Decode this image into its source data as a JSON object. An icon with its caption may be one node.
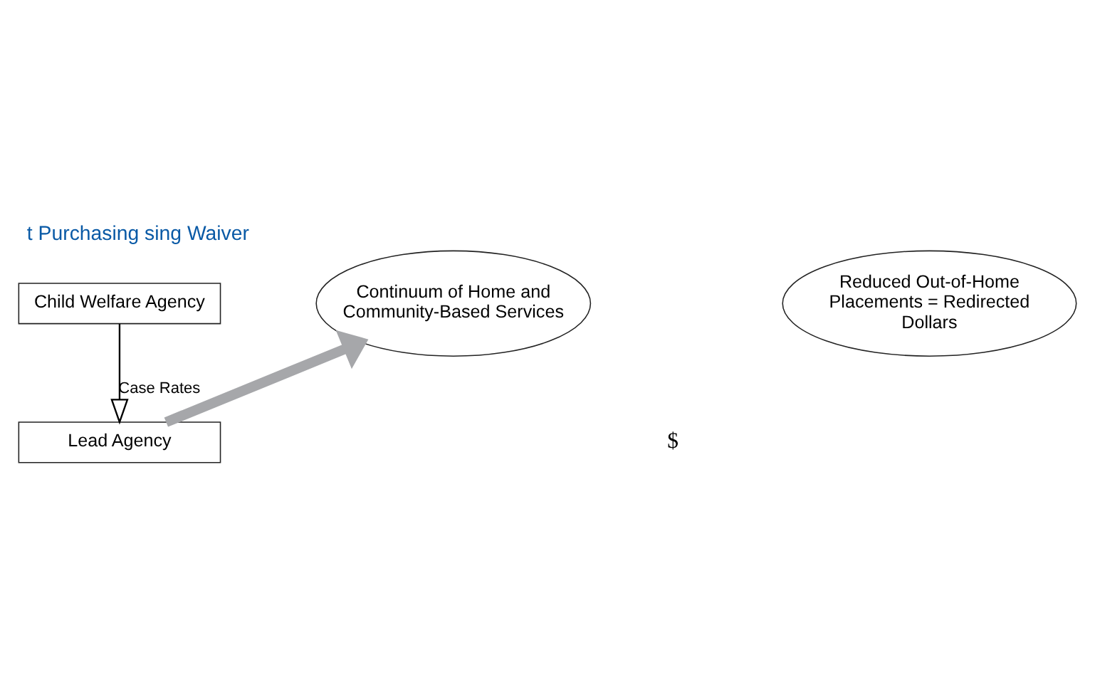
{
  "diagram": {
    "title": "t Purchasing sing Waiver",
    "nodes": [
      {
        "text": [
          "Child Welfare Agency"
        ]
      },
      {
        "text": [
          "Lead Agency"
        ]
      },
      {
        "text": [
          "Continuum of Home and Community-Based Services"
        ]
      },
      {
        "text": [
          "Reduced Out-of-Home Placements = Redirected Dollars"
        ]
      }
    ],
    "edges": [
      {
        "from": 0,
        "to": 1,
        "arrow": "to",
        "label": "Case Rates"
      },
      {
        "from": 1,
        "to": 2,
        "arrow": "to",
        "style": "thick",
        "color": "#a6a7aa"
      }
    ],
    "labels": [
      "$"
    ]
  }
}
